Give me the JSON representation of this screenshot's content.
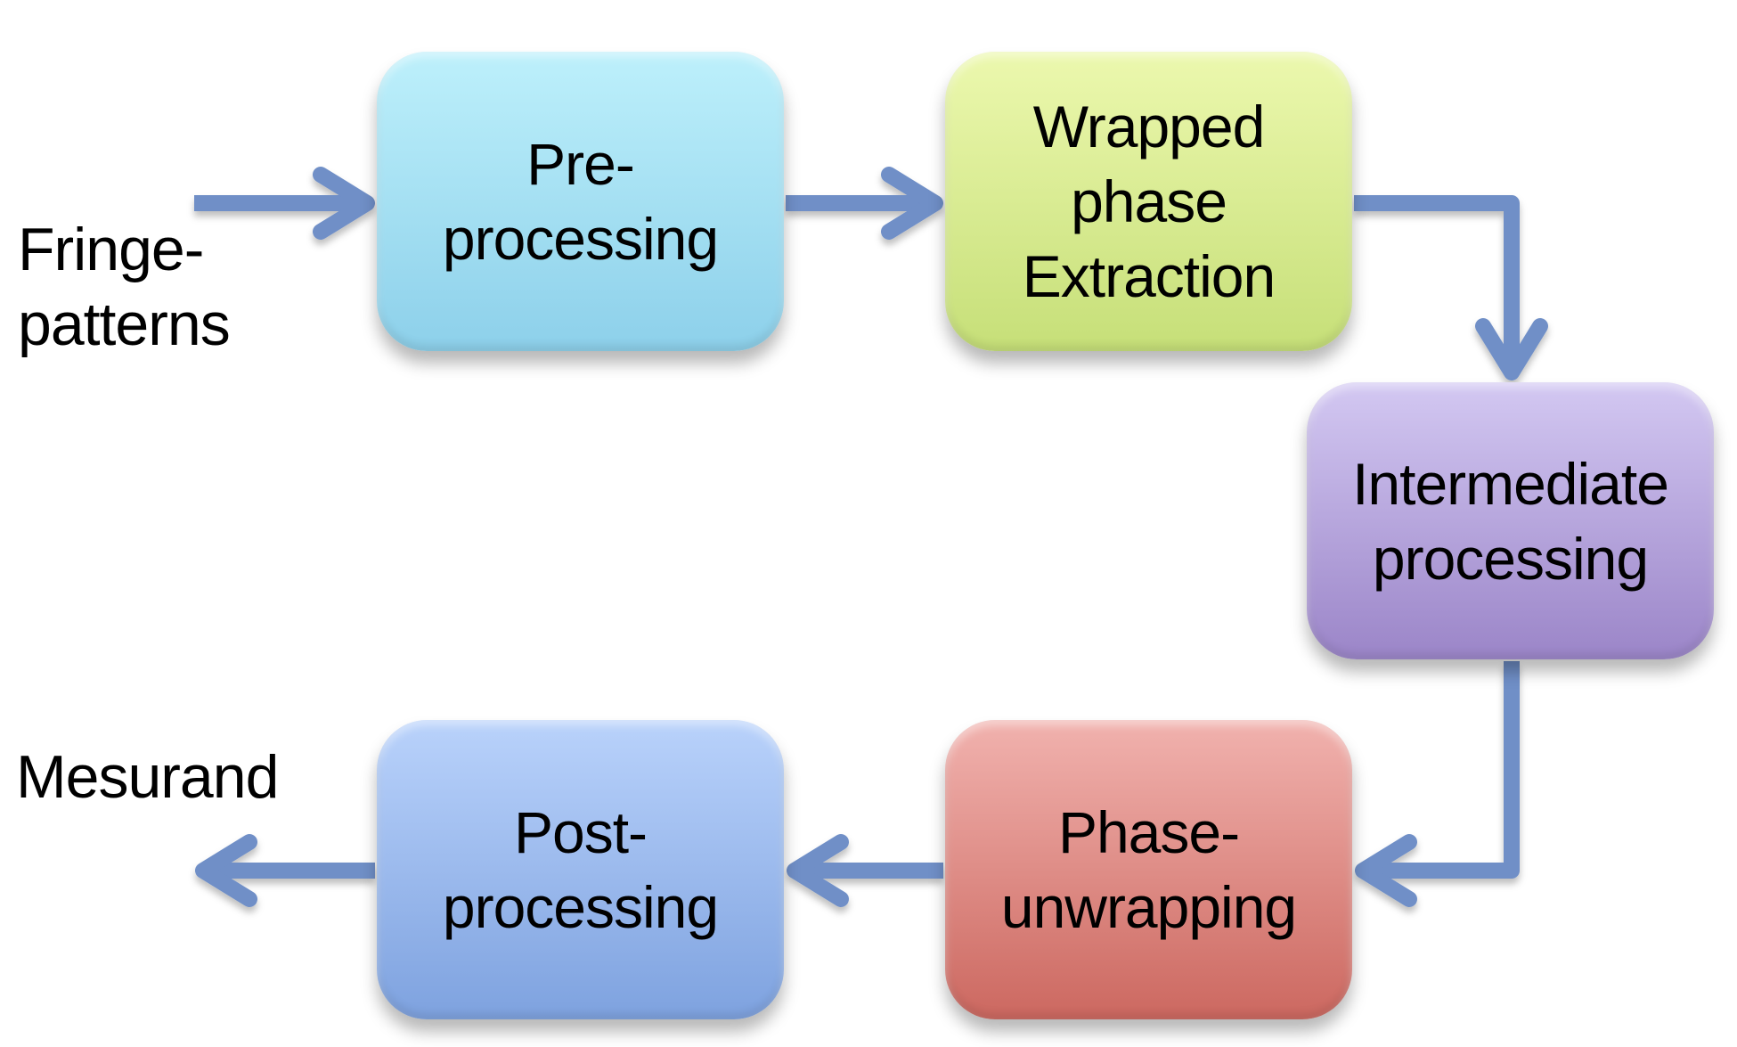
{
  "diagram": {
    "type": "flowchart",
    "input_label": [
      "Fringe-",
      "patterns"
    ],
    "output_label": "Mesurand",
    "arrow_color": "#6f8fc7",
    "nodes": [
      {
        "id": "pre",
        "lines": [
          "Pre-",
          "processing"
        ],
        "color": "#a6e0f3"
      },
      {
        "id": "wrap",
        "lines": [
          "Wrapped",
          "phase",
          "Extraction"
        ],
        "color": "#d9ec92"
      },
      {
        "id": "inter",
        "lines": [
          "Intermediate",
          "processing"
        ],
        "color": "#b6a5dd"
      },
      {
        "id": "unwrap",
        "lines": [
          "Phase-",
          "unwrapping"
        ],
        "color": "#de8a84"
      },
      {
        "id": "post",
        "lines": [
          "Post-",
          "processing"
        ],
        "color": "#9cbbef"
      }
    ],
    "edges": [
      {
        "from": "input",
        "to": "pre"
      },
      {
        "from": "pre",
        "to": "wrap"
      },
      {
        "from": "wrap",
        "to": "inter"
      },
      {
        "from": "inter",
        "to": "unwrap"
      },
      {
        "from": "unwrap",
        "to": "post"
      },
      {
        "from": "post",
        "to": "output"
      }
    ]
  }
}
